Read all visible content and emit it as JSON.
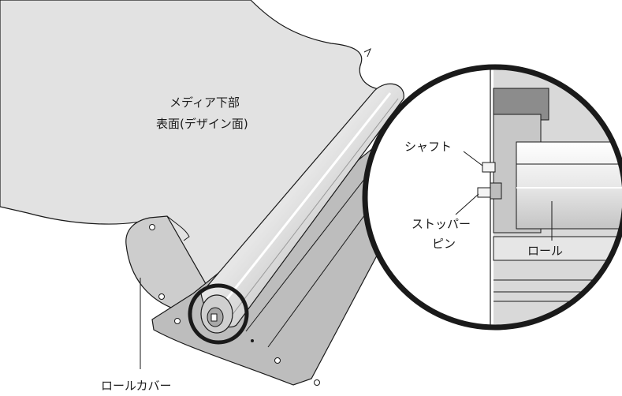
{
  "labels": {
    "media_bottom_line1": "メディア下部",
    "media_bottom_line2": "表面(デザイン面)",
    "shaft": "シャフト",
    "stopper_pin_line1": "ストッパー",
    "stopper_pin_line2": "ピン",
    "roll": "ロール",
    "roll_cover": "ロールカバー"
  },
  "colors": {
    "line": "#1a1a1a",
    "media_fill": "#e2e2e2",
    "metal_light": "#f4f4f4",
    "metal_mid": "#cfcfcf",
    "metal_dark": "#8e8e8e"
  }
}
